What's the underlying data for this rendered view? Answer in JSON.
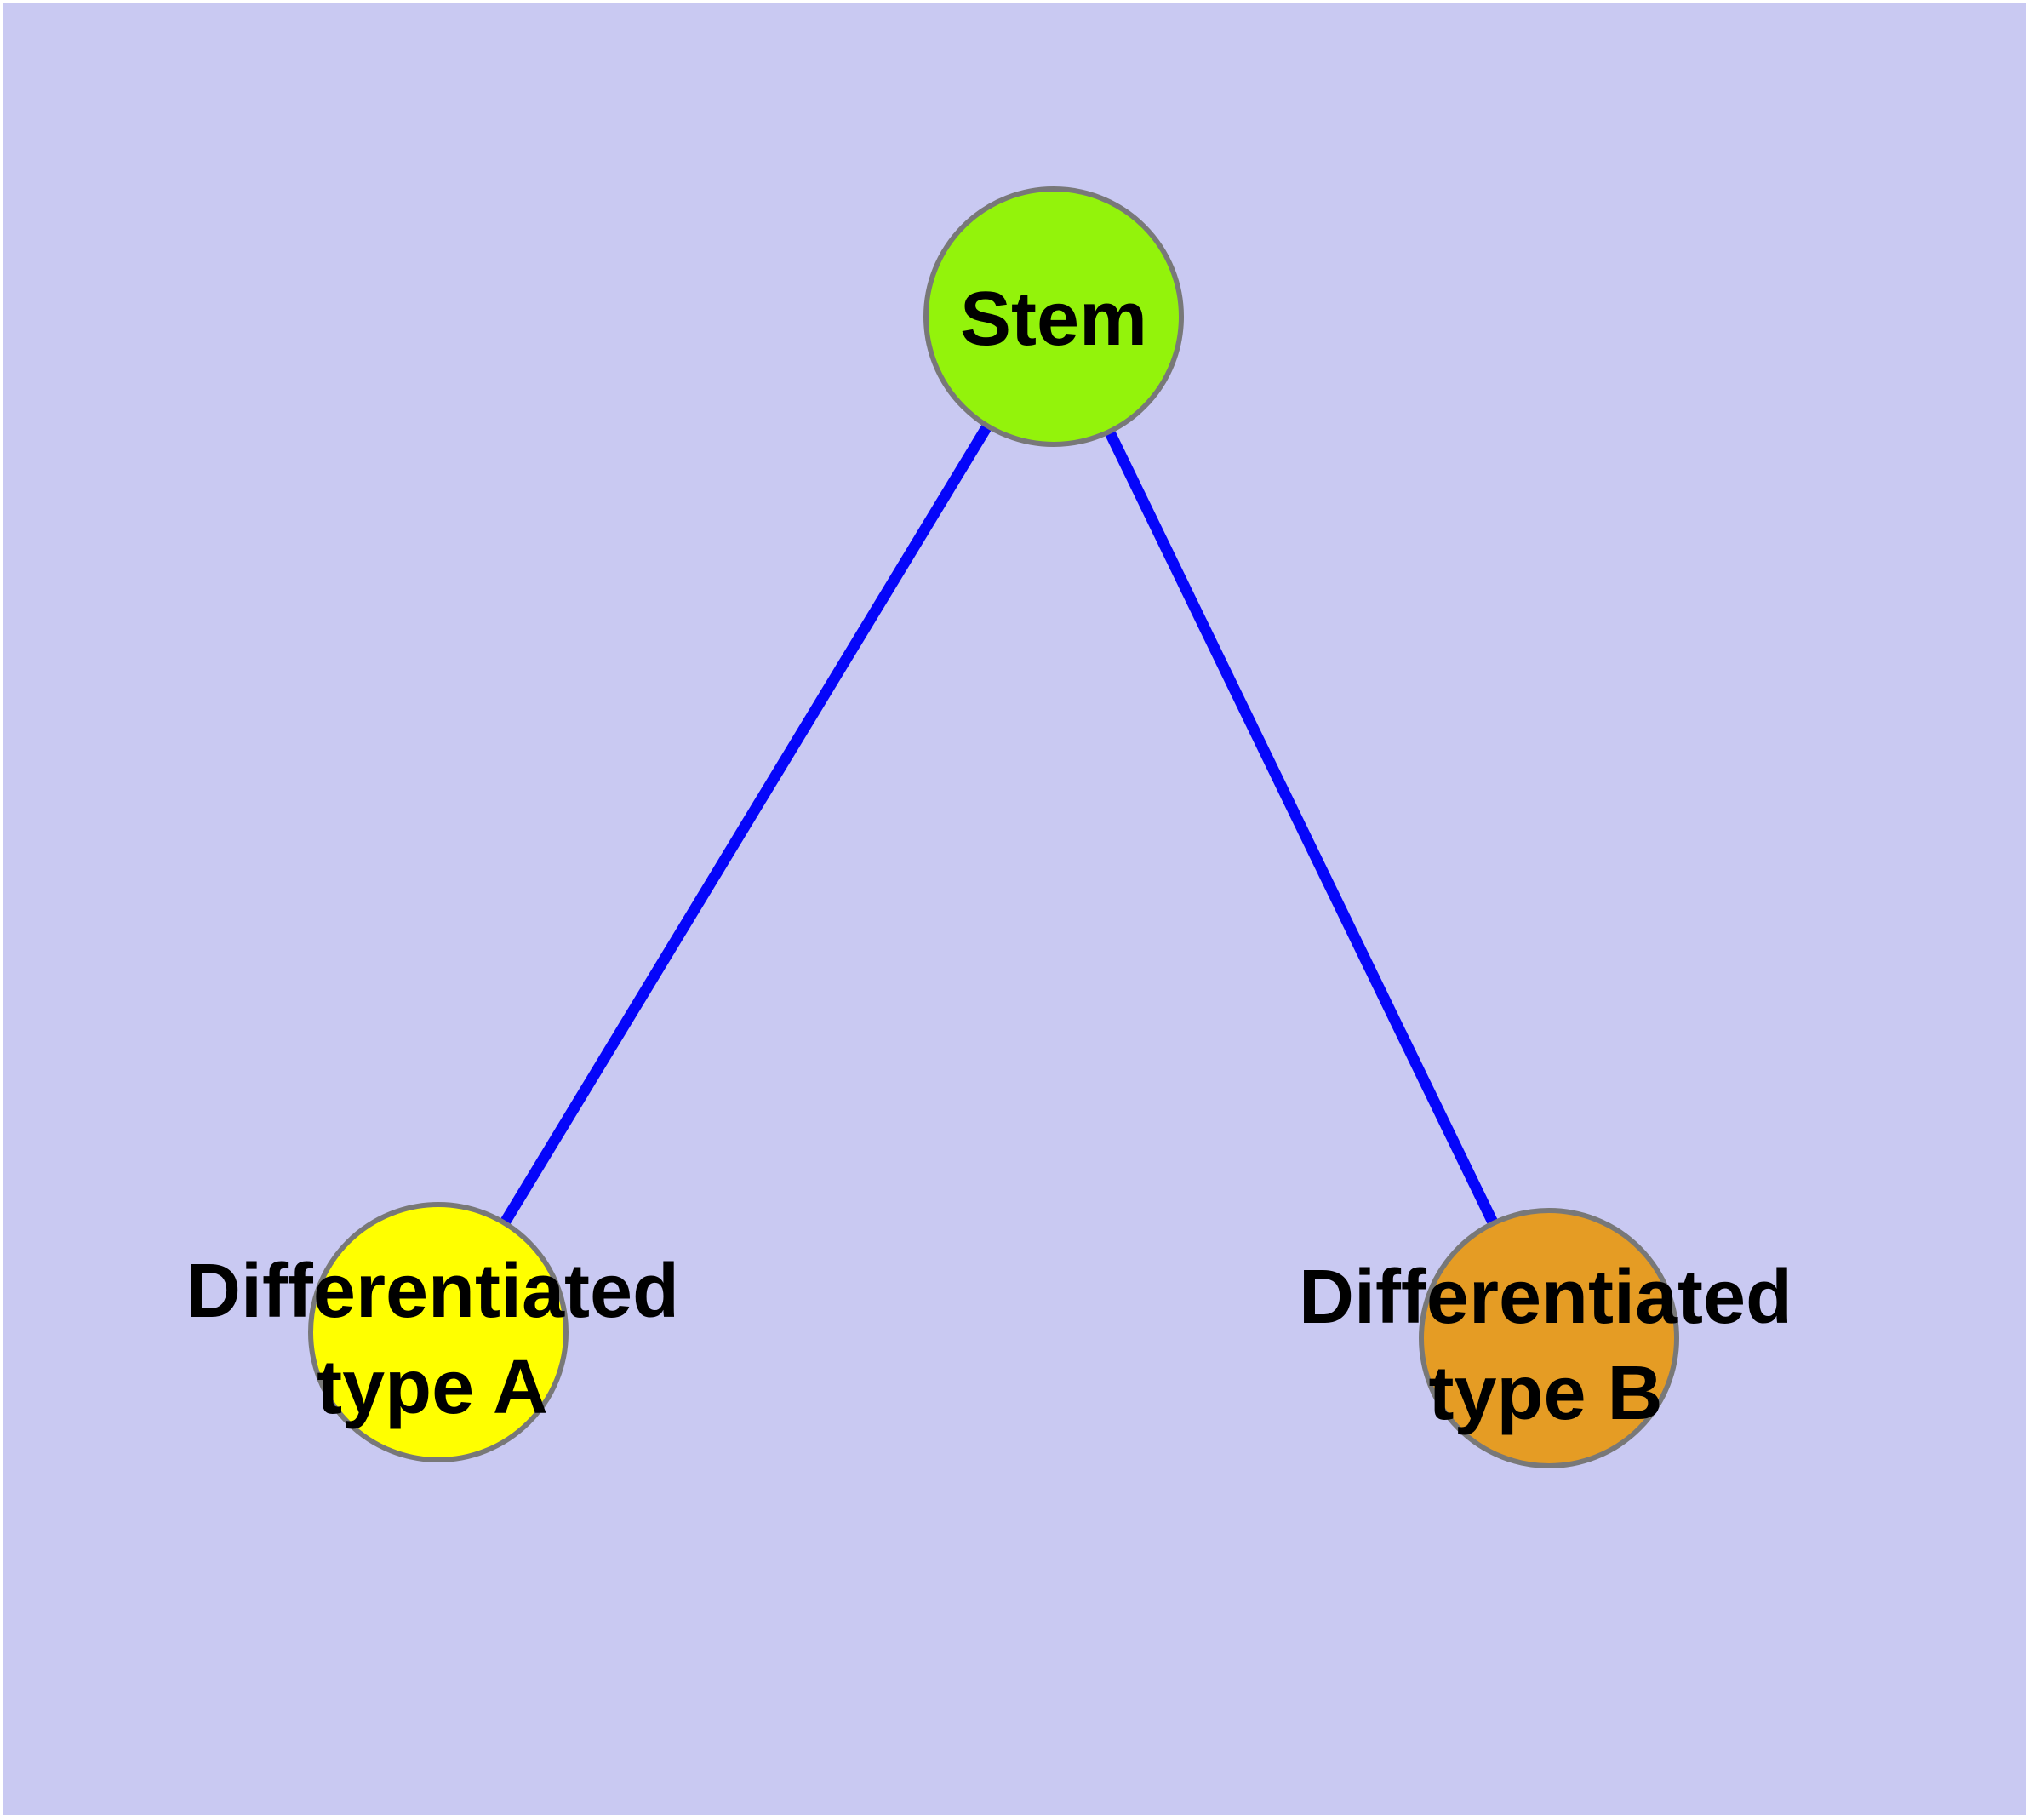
{
  "colors": {
    "canvas_margin": "#ffffff",
    "background": "#c9c9f2",
    "edge": "#0505fa",
    "node_border": "#787878",
    "label_text": "#000000",
    "stem_fill": "#93f30b",
    "type_a_fill": "#ffff00",
    "type_b_fill": "#e59c24"
  },
  "nodes": {
    "stem": {
      "label": "Stem"
    },
    "type_a": {
      "label_line1": "Differentiated",
      "label_line2": "type A"
    },
    "type_b": {
      "label_line1": "Differentiated",
      "label_line2": "type B"
    }
  },
  "edges": [
    {
      "from": "Stem",
      "to": "Differentiated type A"
    },
    {
      "from": "Stem",
      "to": "Differentiated type B"
    }
  ]
}
